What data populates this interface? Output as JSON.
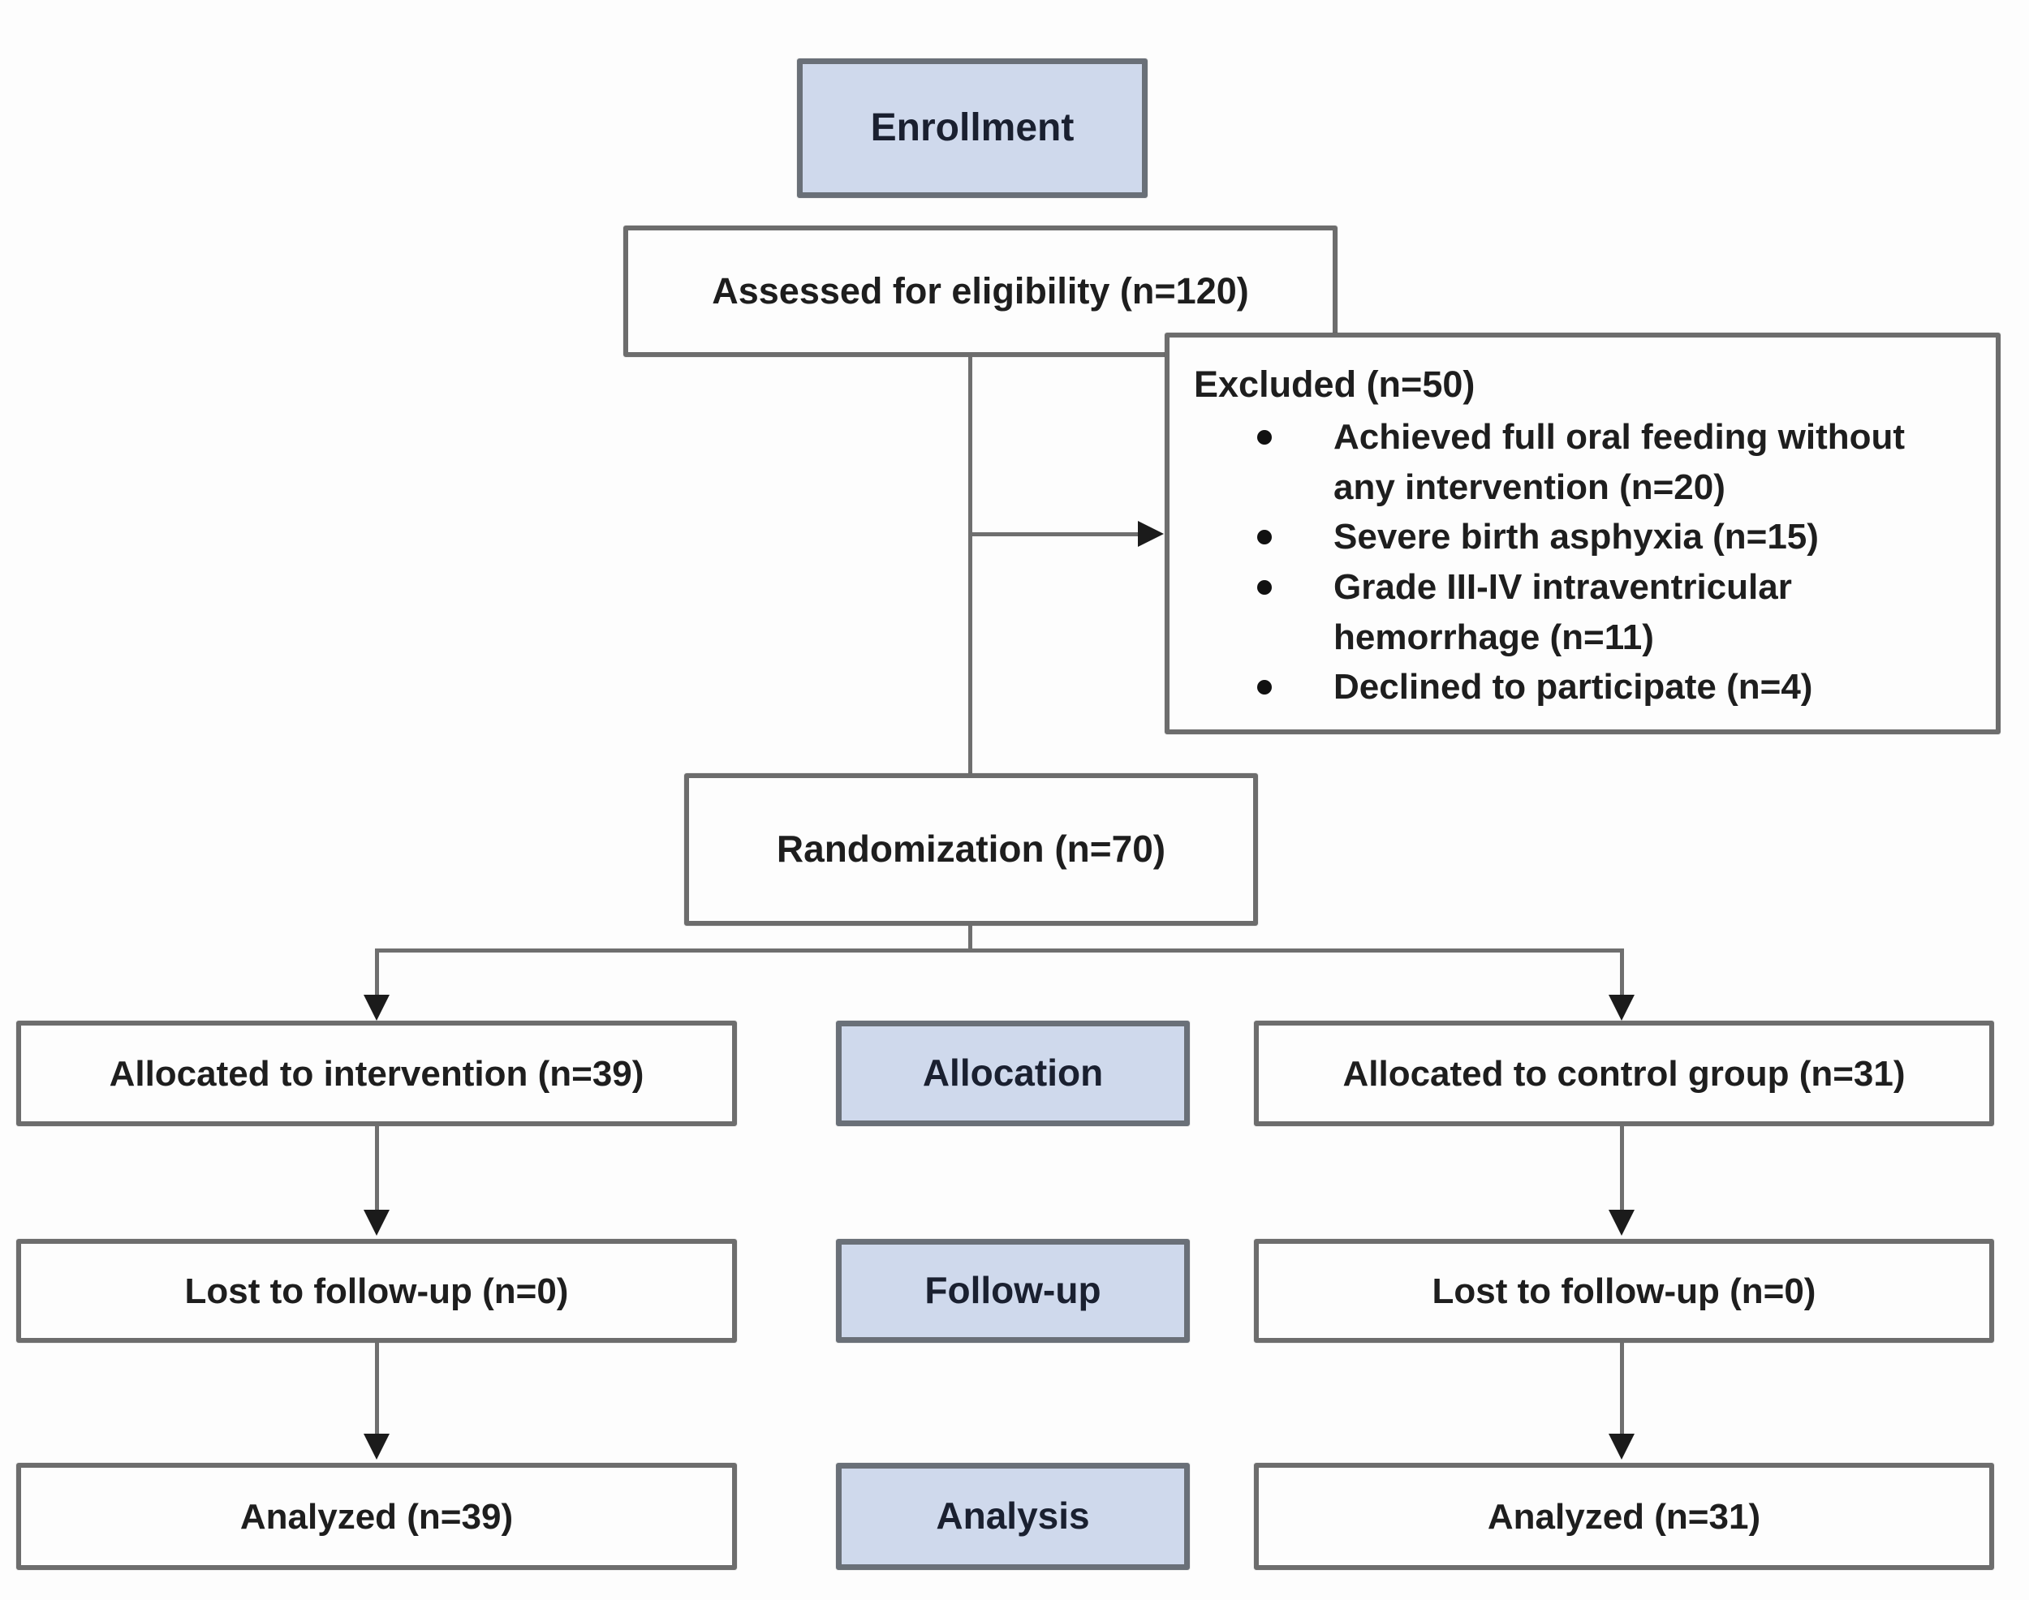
{
  "flowchart": {
    "enrollment": {
      "stage_label": "Enrollment",
      "assessed": "Assessed for eligibility (n=120)"
    },
    "excluded": {
      "title": "Excluded (n=50)",
      "reasons": [
        "Achieved full oral feeding without any intervention (n=20)",
        "Severe birth asphyxia (n=15)",
        "Grade III-IV intraventricular hemorrhage (n=11)",
        "Declined to participate (n=4)"
      ]
    },
    "randomization": {
      "label": "Randomization (n=70)"
    },
    "allocation": {
      "stage_label": "Allocation",
      "intervention": "Allocated to intervention (n=39)",
      "control": "Allocated to control group (n=31)"
    },
    "followup": {
      "stage_label": "Follow-up",
      "intervention": "Lost to follow-up (n=0)",
      "control": "Lost to follow-up (n=0)"
    },
    "analysis": {
      "stage_label": "Analysis",
      "intervention": "Analyzed (n=39)",
      "control": "Analyzed (n=31)"
    },
    "colors": {
      "stage_fill": "#cfd9ec",
      "box_fill": "#fdfdfd",
      "box_border": "#6d6d6d",
      "connector_line": "#6f6f6f",
      "arrowhead": "#1b1b1b",
      "text": "#1e1e1e"
    }
  }
}
